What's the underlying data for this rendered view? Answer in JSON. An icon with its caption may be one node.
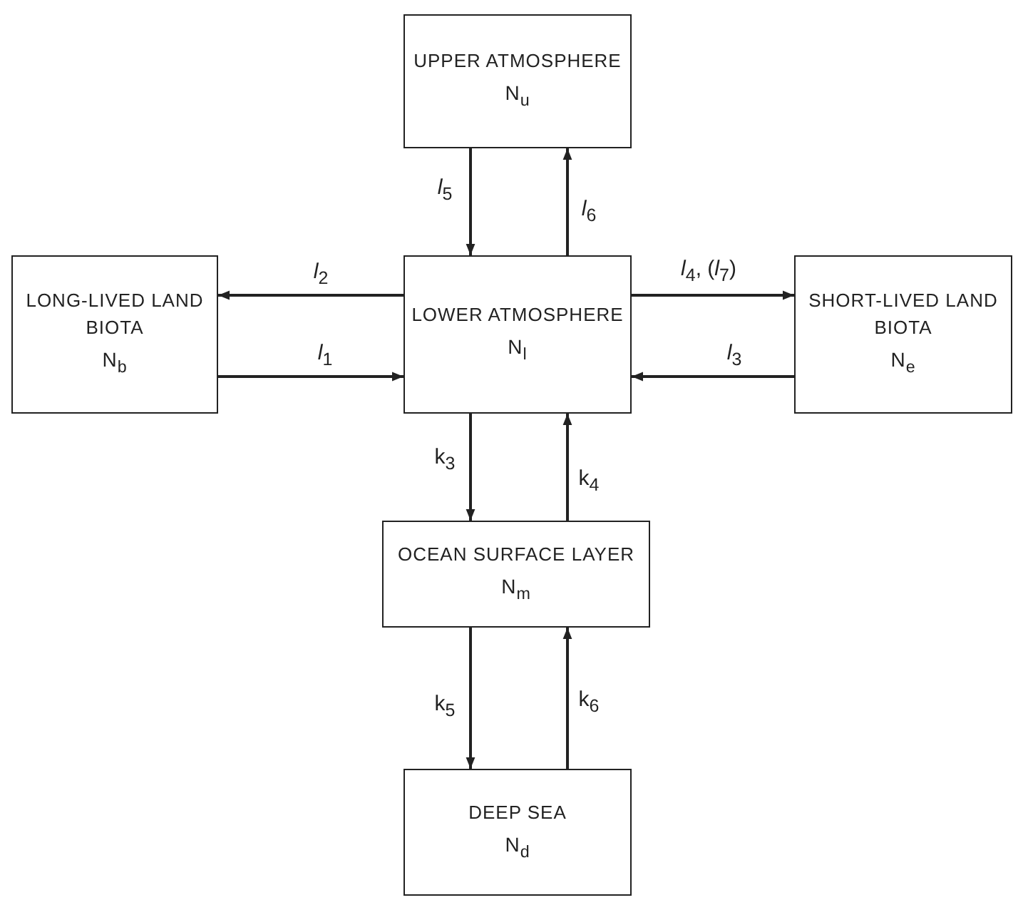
{
  "diagram": {
    "nodes": [
      {
        "text": [
          "UPPER ATMOSPHERE",
          "N$_{u}$"
        ]
      },
      {
        "text": [
          "LONG-LIVED LAND BIOTA",
          "N$_{b}$"
        ]
      },
      {
        "text": [
          "LOWER ATMOSPHERE",
          "N$_{l}$"
        ]
      },
      {
        "text": [
          "SHORT-LIVED LAND BIOTA",
          "N$_{e}$"
        ]
      },
      {
        "text": [
          "OCEAN SURFACE LAYER",
          "N$_{m}$"
        ]
      },
      {
        "text": [
          "DEEP SEA",
          "N$_{d}$"
        ]
      }
    ],
    "edges": [
      {
        "from": 0,
        "to": 2,
        "arrow": "to",
        "label": "*l*$_{5}$"
      },
      {
        "from": 2,
        "to": 0,
        "arrow": "to",
        "label": "*l*$_{6}$"
      },
      {
        "from": 2,
        "to": 1,
        "arrow": "to",
        "label": "*l*$_{2}$"
      },
      {
        "from": 1,
        "to": 2,
        "arrow": "to",
        "label": "*l*$_{1}$"
      },
      {
        "from": 2,
        "to": 3,
        "arrow": "to",
        "label": "*l*$_{4}$, (*l*$_{7}$)"
      },
      {
        "from": 3,
        "to": 2,
        "arrow": "to",
        "label": "*l*$_{3}$"
      },
      {
        "from": 2,
        "to": 4,
        "arrow": "to",
        "label": "k$_{3}$"
      },
      {
        "from": 4,
        "to": 2,
        "arrow": "to",
        "label": "k$_{4}$"
      },
      {
        "from": 4,
        "to": 5,
        "arrow": "to",
        "label": "k$_{5}$"
      },
      {
        "from": 5,
        "to": 4,
        "arrow": "to",
        "label": "k$_{6}$"
      }
    ]
  }
}
